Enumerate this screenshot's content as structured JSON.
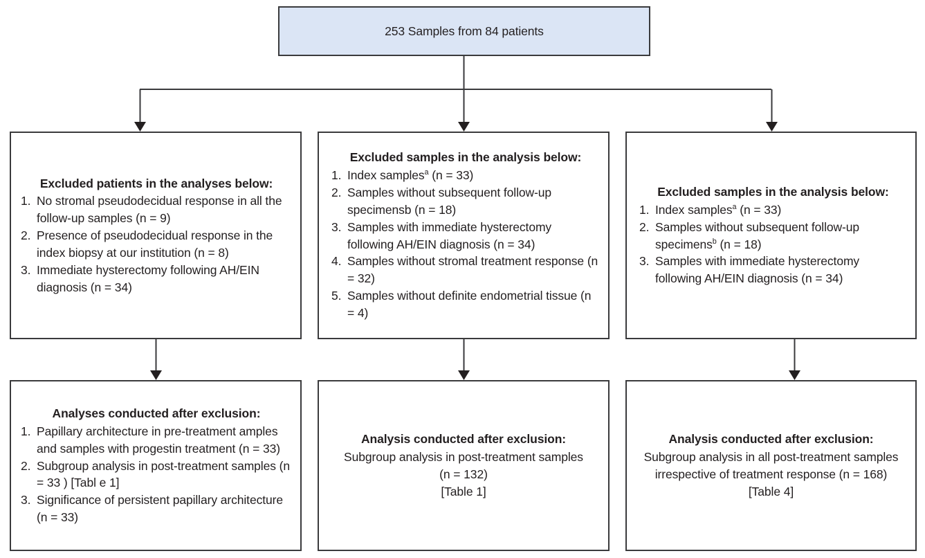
{
  "diagram": {
    "type": "flowchart",
    "top_box": {
      "text": "253 Samples from 84 patients",
      "fill_color": "#dbe5f5",
      "border_color": "#3a3a3c"
    },
    "middle_row": [
      {
        "title": "Excluded patients in the analyses below:",
        "items": [
          "No stromal pseudodecidual response in all the follow-up samples (n = 9)",
          "Presence of pseudodecidual response in the index biopsy at our institution (n = 8)",
          "Immediate hysterectomy following AH/EIN diagnosis (n = 34)"
        ]
      },
      {
        "title": "Excluded samples in the analysis below:",
        "items": [
          "Index samples<sup>a</sup> (n = 33)",
          "Samples without subsequent follow-up specimensb (n = 18)",
          "Samples with immediate hysterectomy following AH/EIN diagnosis (n = 34)",
          "Samples without stromal treatment response (n = 32)",
          "Samples without definite endometrial tissue (n = 4)"
        ]
      },
      {
        "title": "Excluded samples in the analysis below:",
        "items": [
          "Index samples<sup>a</sup> (n = 33)",
          "Samples without subsequent follow-up specimens<sup>b</sup> (n = 18)",
          "Samples with immediate hysterectomy following AH/EIN diagnosis (n = 34)"
        ]
      }
    ],
    "bottom_row": [
      {
        "title": "Analyses conducted after exclusion:",
        "items": [
          "Papillary architecture in pre-treatment amples and samples with progestin treatment (n = 33)",
          "Subgroup analysis in post-treatment samples (n = 33 ) [Tabl e 1]",
          "Significance of persistent papillary architecture (n = 33)"
        ]
      },
      {
        "title": "Analysis conducted after exclusion:",
        "lines": [
          "Subgroup analysis in post-treatment samples",
          "(n = 132)",
          "[Table 1]"
        ]
      },
      {
        "title": "Analysis conducted after exclusion:",
        "lines": [
          "Subgroup analysis in all post-treatment samples",
          "irrespective of treatment response (n = 168)",
          "[Table 4]"
        ]
      }
    ],
    "numbers": [
      "1.",
      "2.",
      "3.",
      "4.",
      "5."
    ]
  }
}
